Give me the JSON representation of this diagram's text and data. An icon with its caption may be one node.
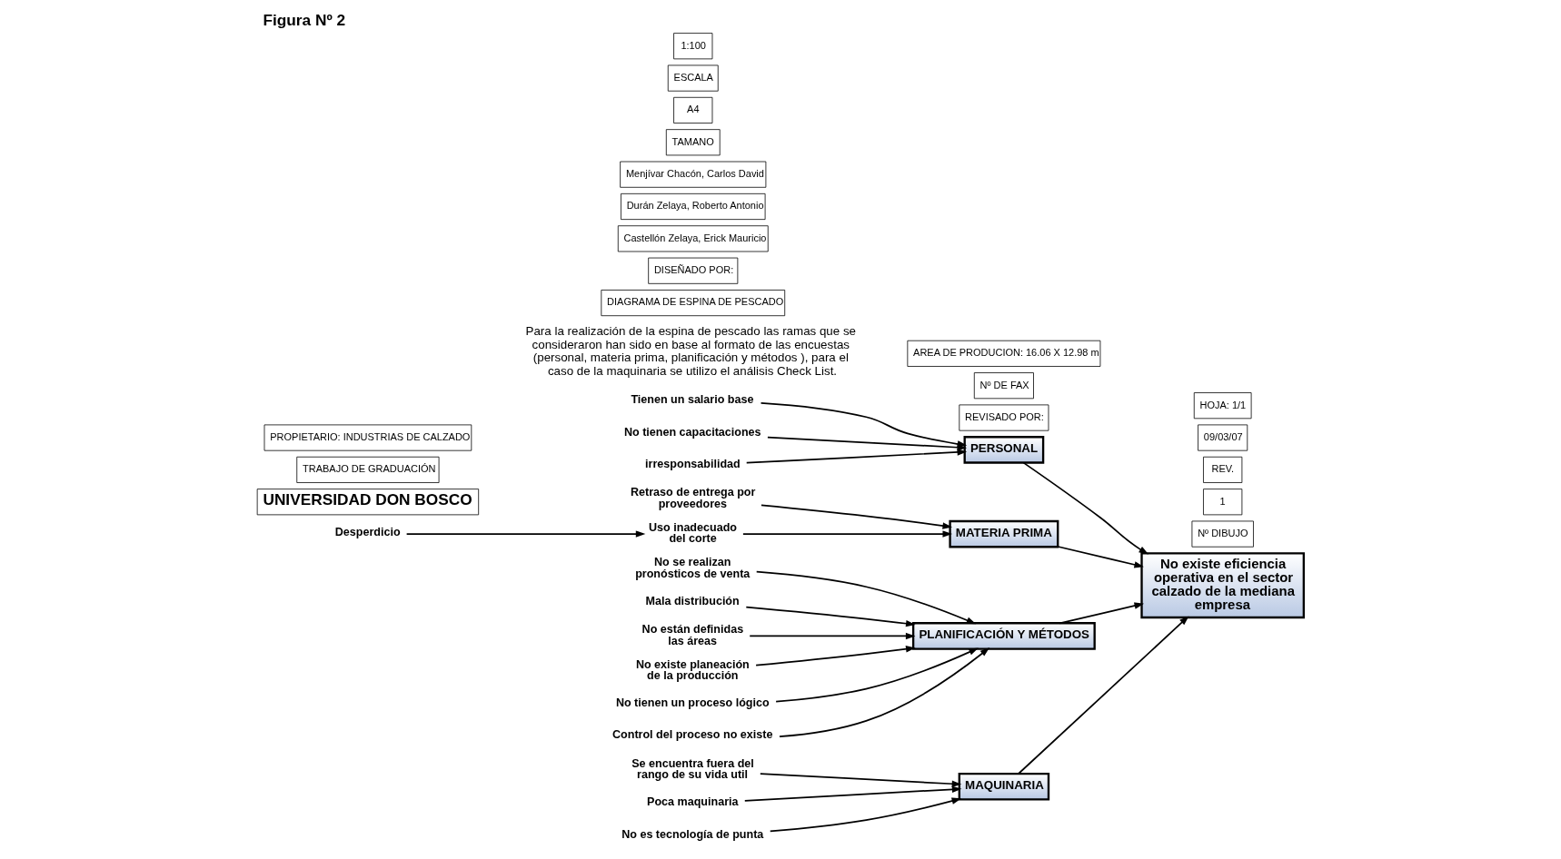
{
  "diagram": {
    "title": "Figura Nº 2",
    "caption": "Para la realización de la espina de pescado las ramas que se consideraron han sido en base al formato de las encuestas (personal, materia prima, planificación y métodos ), para el caso de la maquinaria se utilizo el análisis Check List.",
    "nodes": [
      {
        "text": [
          "MAQUINARIA"
        ]
      },
      {
        "text": [
          "PERSONAL"
        ]
      },
      {
        "text": [
          "No existe eficiencia operativa en el sector calzado de la mediana empresa"
        ]
      },
      {
        "text": [
          "Se encuentra fuera del rango de su vida util"
        ]
      },
      {
        "text": [
          "Poca maquinaria"
        ]
      },
      {
        "text": [
          "No es tecnología de punta"
        ]
      },
      {
        "text": [
          "Tienen un salario base"
        ]
      },
      {
        "text": [
          "No tienen capacitaciones"
        ]
      },
      {
        "text": [
          "irresponsabilidad"
        ]
      },
      {
        "text": [
          "Retraso de entrega por proveedores"
        ]
      },
      {
        "text": [
          "Uso inadecuado del corte"
        ]
      },
      {
        "text": [
          "Desperdicio"
        ]
      },
      {
        "text": [
          "MATERIA PRIMA"
        ]
      },
      {
        "text": [
          "No se realizan pronósticos de venta"
        ]
      },
      {
        "text": [
          "Mala distribución"
        ]
      },
      {
        "text": [
          "No están definidas las áreas"
        ]
      },
      {
        "text": [
          "No existe planeación de la producción"
        ]
      },
      {
        "text": [
          "No tienen un proceso lógico"
        ]
      },
      {
        "text": [
          "Control del proceso no existe"
        ]
      },
      {
        "text": [
          "PLANIFICACIÓN Y MÉTODOS"
        ]
      }
    ],
    "edges": [
      {
        "from": 3,
        "to": 0,
        "arrow": "to"
      },
      {
        "from": 4,
        "to": 0,
        "arrow": "to"
      },
      {
        "from": 5,
        "to": 0,
        "arrow": "to"
      },
      {
        "from": 6,
        "to": 1,
        "arrow": "to"
      },
      {
        "from": 7,
        "to": 1,
        "arrow": "to"
      },
      {
        "from": 8,
        "to": 1,
        "arrow": "to"
      },
      {
        "from": 9,
        "to": 12,
        "arrow": "to"
      },
      {
        "from": 10,
        "to": 12,
        "arrow": "to"
      },
      {
        "from": 11,
        "to": 10,
        "arrow": "to"
      },
      {
        "from": 13,
        "to": 19,
        "arrow": "to"
      },
      {
        "from": 14,
        "to": 19,
        "arrow": "to"
      },
      {
        "from": 15,
        "to": 19,
        "arrow": "to"
      },
      {
        "from": 16,
        "to": 19,
        "arrow": "to"
      },
      {
        "from": 17,
        "to": 19,
        "arrow": "to"
      },
      {
        "from": 18,
        "to": 19,
        "arrow": "to"
      },
      {
        "from": 0,
        "to": 2,
        "arrow": "to"
      },
      {
        "from": 1,
        "to": 2,
        "arrow": "to"
      },
      {
        "from": 12,
        "to": 2,
        "arrow": "to"
      },
      {
        "from": 19,
        "to": 2,
        "arrow": "to"
      }
    ],
    "labels": [
      "UNIVERSIDAD DON BOSCO",
      "DIAGRAMA DE ESPINA DE PESCADO",
      "DISEÑADO POR:",
      "Castellón Zelaya, Erick Mauricio",
      "Durán Zelaya, Roberto Antonio",
      "Menjívar Chacón, Carlos David",
      "REVISADO POR:",
      "TRABAJO DE GRADUACIÓN",
      "TAMANO",
      "A4",
      "Nº DE FAX",
      "Nº DIBUJO",
      "1",
      "REV.",
      "09/03/07",
      "PROPIETARIO: INDUSTRIAS DE CALZADO",
      "ESCALA",
      "1:100",
      "AREA DE PRODUCION: 16.06 X 12.98 m",
      "HOJA: 1/1"
    ]
  }
}
